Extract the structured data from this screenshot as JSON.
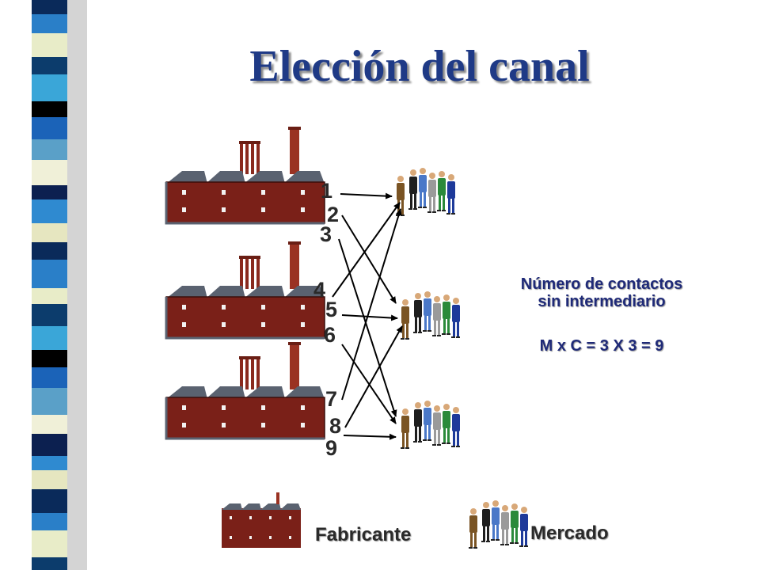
{
  "slide": {
    "title": "Elección del canal",
    "numbers": [
      "1",
      "2",
      "3",
      "4",
      "5",
      "6",
      "7",
      "8",
      "9"
    ],
    "info_line1": "Número de contactos",
    "info_line2": "sin intermediario",
    "formula": "M x C = 3 X 3 = 9",
    "legend_manufacturer": "Fabricante",
    "legend_market": "Mercado"
  },
  "colors": {
    "title": "#1f3a86",
    "factory_wall": "#7a2018",
    "factory_roof": "#5a6270",
    "chimney": "#8a2a1e"
  },
  "icons": [
    "factory-icon",
    "people-group-icon"
  ]
}
